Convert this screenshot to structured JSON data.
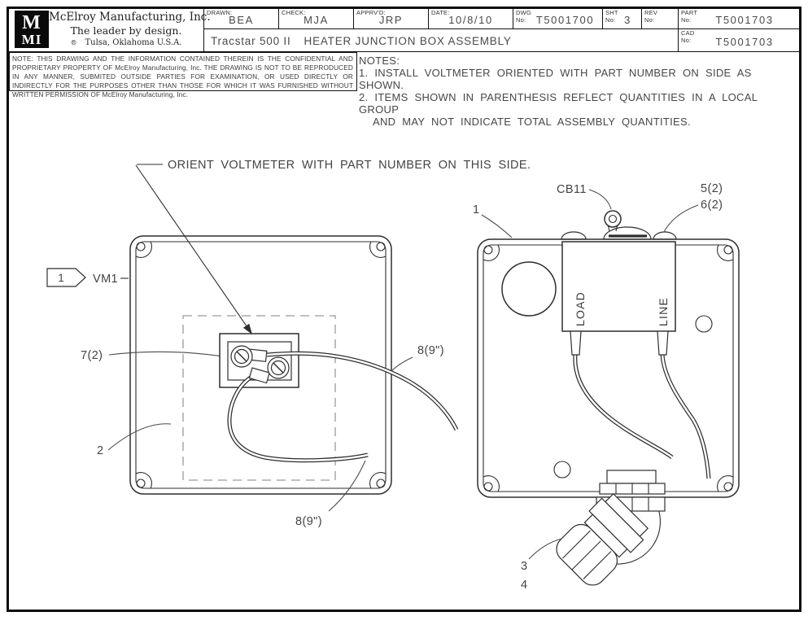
{
  "title_block": {
    "logo_top": "M",
    "logo_bottom": "MI",
    "company_name": "McElroy Manufacturing, Inc.",
    "tagline": "The leader by design.",
    "registered_mark": "®",
    "location": "Tulsa, Oklahoma U.S.A.",
    "fields": [
      {
        "label": "DRAWN:",
        "value": "BEA"
      },
      {
        "label": "CHECK:",
        "value": "MJA"
      },
      {
        "label": "APPRV'D:",
        "value": "JRP"
      },
      {
        "label": "DATE:",
        "value": "10/8/10"
      },
      {
        "label": "DWG\nNo:",
        "value": "T5001700"
      },
      {
        "label": "SHT\nNo:",
        "value": "3"
      },
      {
        "label": "REV\nNo:",
        "value": ""
      },
      {
        "label": "PART\nNo:",
        "value": "T5001703"
      }
    ],
    "description_model": "Tracstar 500 II",
    "description_title": "HEATER JUNCTION BOX ASSEMBLY",
    "cad_label": "CAD\nNo:",
    "cad_value": "T5001703"
  },
  "confidential_note": "NOTE: THIS DRAWING AND THE INFORMATION CONTAINED THEREIN IS THE CONFIDENTIAL AND PROPRIETARY PROPERTY OF McElroy Manufacturing, Inc. THE DRAWING IS NOT TO BE REPRODUCED IN ANY MANNER, SUBMITED OUTSIDE PARTIES FOR EXAMINATION, OR USED DIRECTLY OR INDIRECTLY FOR THE PURPOSES OTHER THAN THOSE FOR WHICH IT WAS FURNISHED WITHOUT WRITTEN PERMISSION OF McElroy Manufacturing, Inc.",
  "notes": {
    "heading": "NOTES:",
    "item1": "1. INSTALL VOLTMETER ORIENTED WITH PART NUMBER ON SIDE AS SHOWN.",
    "item2": "2. ITEMS SHOWN IN PARENTHESIS REFLECT QUANTITIES IN A LOCAL GROUP",
    "item2_cont": "AND MAY NOT INDICATE TOTAL ASSEMBLY QUANTITIES."
  },
  "drawing": {
    "orient_callout": "ORIENT VOLTMETER WITH PART NUMBER ON THIS SIDE.",
    "flag_item": "1",
    "voltmeter_ref": "VM1",
    "item_7": "7(2)",
    "item_2": "2",
    "wire_8_right": "8(9\")",
    "wire_8_bottom": "8(9\")",
    "item_1": "1",
    "breaker_ref": "CB11",
    "item_5": "5(2)",
    "item_6": "6(2)",
    "load_label": "LOAD",
    "line_label": "LINE",
    "item_3": "3",
    "item_4": "4"
  },
  "colors": {
    "ink": "#2e2e2e",
    "label_text": "#444444",
    "dashed": "#9a9a9a"
  }
}
